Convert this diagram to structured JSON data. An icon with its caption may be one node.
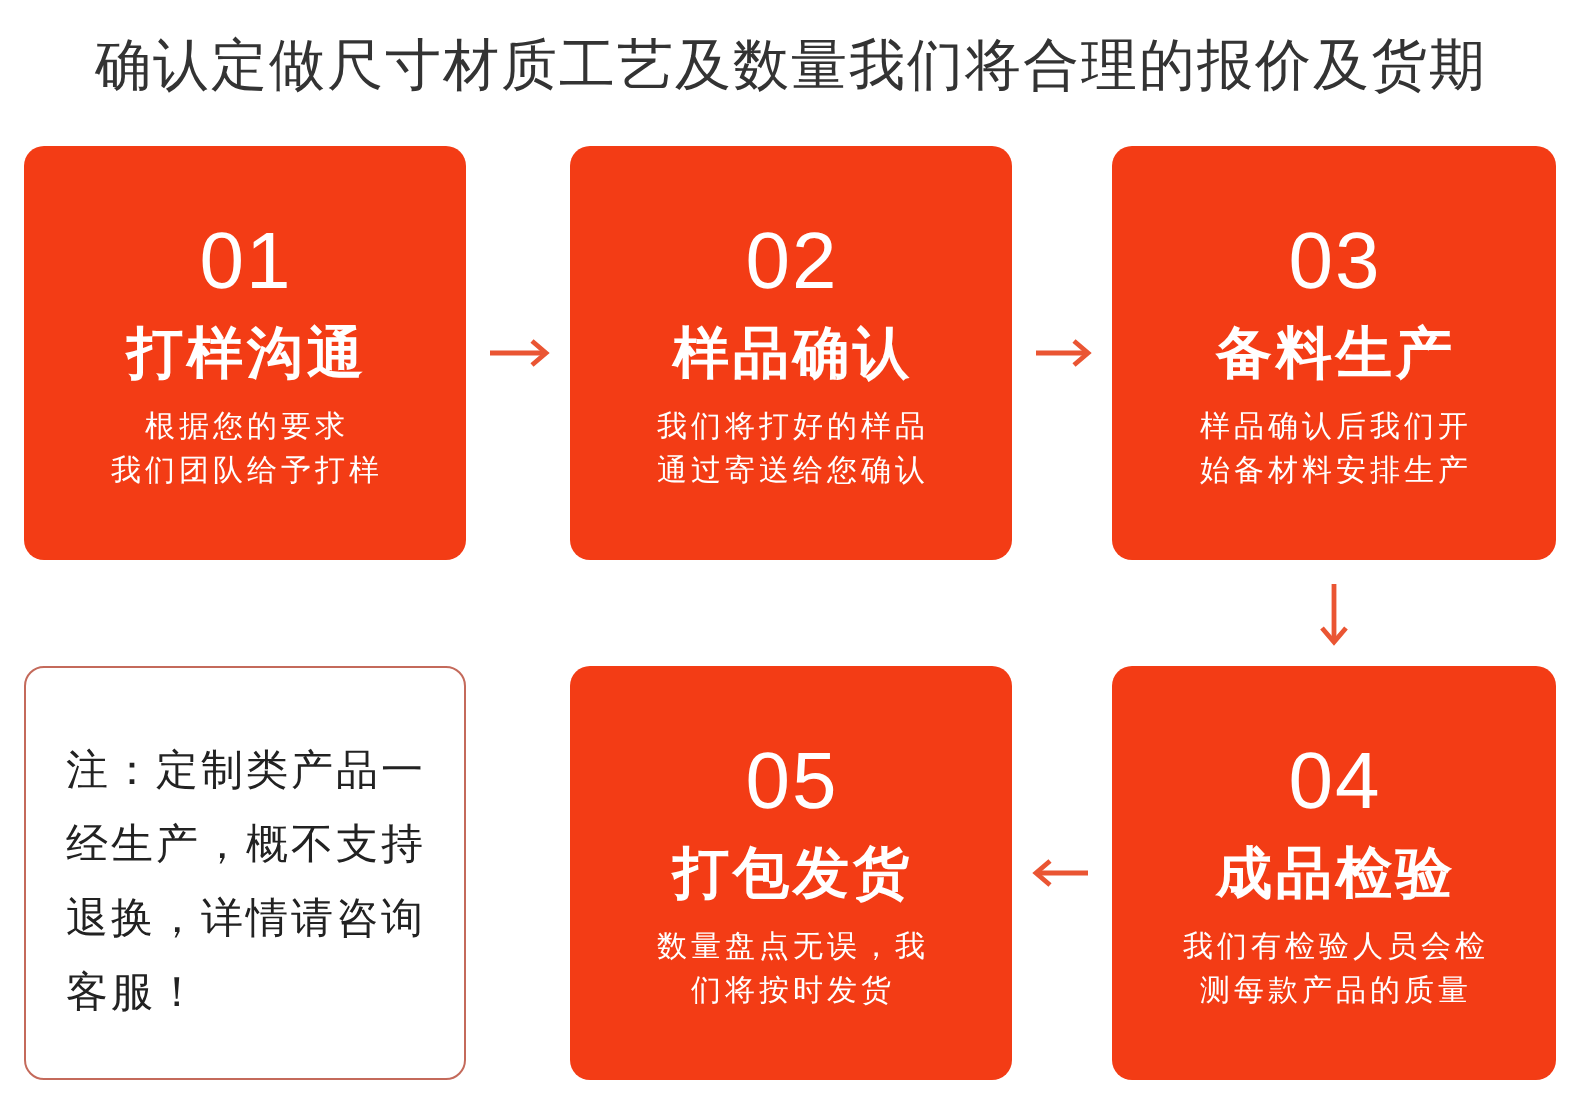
{
  "diagram": {
    "title": "确认定做尺寸材质工艺及数量我们将合理的报价及货期",
    "nodes": [
      {
        "text": [
          "01",
          "打样沟通",
          "根据您的要求我们团队给予打样"
        ]
      },
      {
        "text": [
          "02",
          "样品确认",
          "我们将打好的样品通过寄送给您确认"
        ]
      },
      {
        "text": [
          "03",
          "备料生产",
          "样品确认后我们开始备材料安排生产"
        ]
      },
      {
        "text": [
          "注：定制类产品一经生产，概不支持退换，详情请咨询客服！"
        ]
      },
      {
        "text": [
          "05",
          "打包发货",
          "数量盘点无误，我们将按时发货"
        ]
      },
      {
        "text": [
          "04",
          "成品检验",
          "我们有检验人员会检测每款产品的质量"
        ]
      }
    ],
    "edges": [
      {
        "from": 0,
        "to": 1,
        "arrow": "to"
      },
      {
        "from": 1,
        "to": 2,
        "arrow": "to"
      },
      {
        "from": 2,
        "to": 5,
        "arrow": "to"
      },
      {
        "from": 5,
        "to": 4,
        "arrow": "to"
      }
    ]
  }
}
